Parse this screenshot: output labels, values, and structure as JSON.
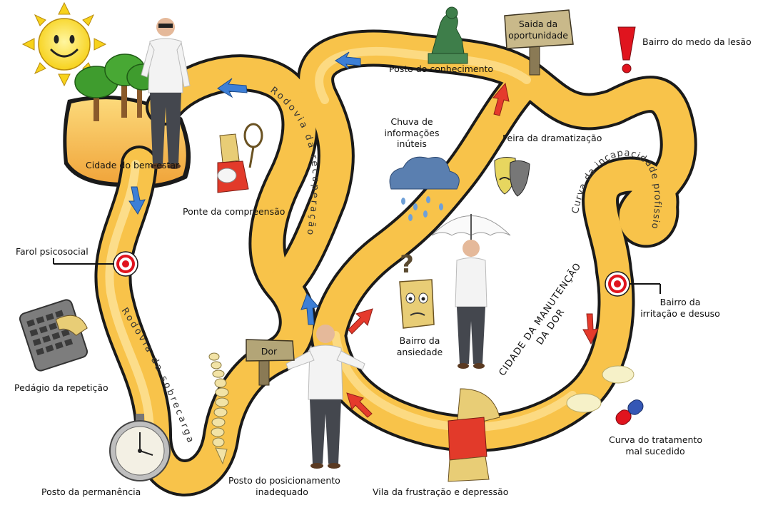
{
  "places": {
    "cidade_bem_estar": "Cidade do bem-estar",
    "ponte_compreensao": "Ponte da compreensão",
    "farol_psicossocial": "Farol psicosocial",
    "pedagio_repeticao": "Pedágio da repetição",
    "posto_permanencia": "Posto da permanência",
    "posto_posicionamento_1": "Posto do posicionamento",
    "posto_posicionamento_2": "inadequado",
    "vila_frustracao": "Vila da frustração e depressão",
    "bairro_ansiedade_1": "Bairro da",
    "bairro_ansiedade_2": "ansiedade",
    "chuva_1": "Chuva de",
    "chuva_2": "informações",
    "chuva_3": "inúteis",
    "posto_conhecimento": "Posto do conhecimento",
    "saida_1": "Saida da",
    "saida_2": "oportunidade",
    "bairro_medo": "Bairro do medo da lesão",
    "feira_dramatizacao": "Feira da dramatização",
    "bairro_irritacao_1": "Bairro da",
    "bairro_irritacao_2": "irritação e desuso",
    "curva_tratamento_1": "Curva do tratamento",
    "curva_tratamento_2": "mal sucedido",
    "dor_sign": "Dor"
  },
  "roads": {
    "rodovia_recuperacao": "Rodovia da recuperação",
    "rodovia_sobrecarga": "Rodovia da sobrecarga",
    "curva_incapacidade": "Curva da incapacidade profissional"
  },
  "city": {
    "line1": "CIDADE DA MANUTENÇÃO",
    "line2": "DA DOR"
  },
  "colors": {
    "road_fill": "#f8c34a",
    "road_light": "#fde49a",
    "road_outline": "#1a1a1a",
    "arrow_blue": "#3d7fd6",
    "arrow_red": "#e53a2c",
    "target_red": "#e0141e",
    "sun": "#fde44a",
    "tree": "#3f9c2e"
  },
  "icons": [
    "sun-icon",
    "trees-icon",
    "thinker-statue-icon",
    "signpost-icon",
    "exclamation-icon",
    "target-icon",
    "rain-cloud-icon",
    "umbrella-man-icon",
    "theater-masks-icon",
    "calculator-icon",
    "stopwatch-icon",
    "spine-icon",
    "pills-icon",
    "question-mark-icon"
  ]
}
